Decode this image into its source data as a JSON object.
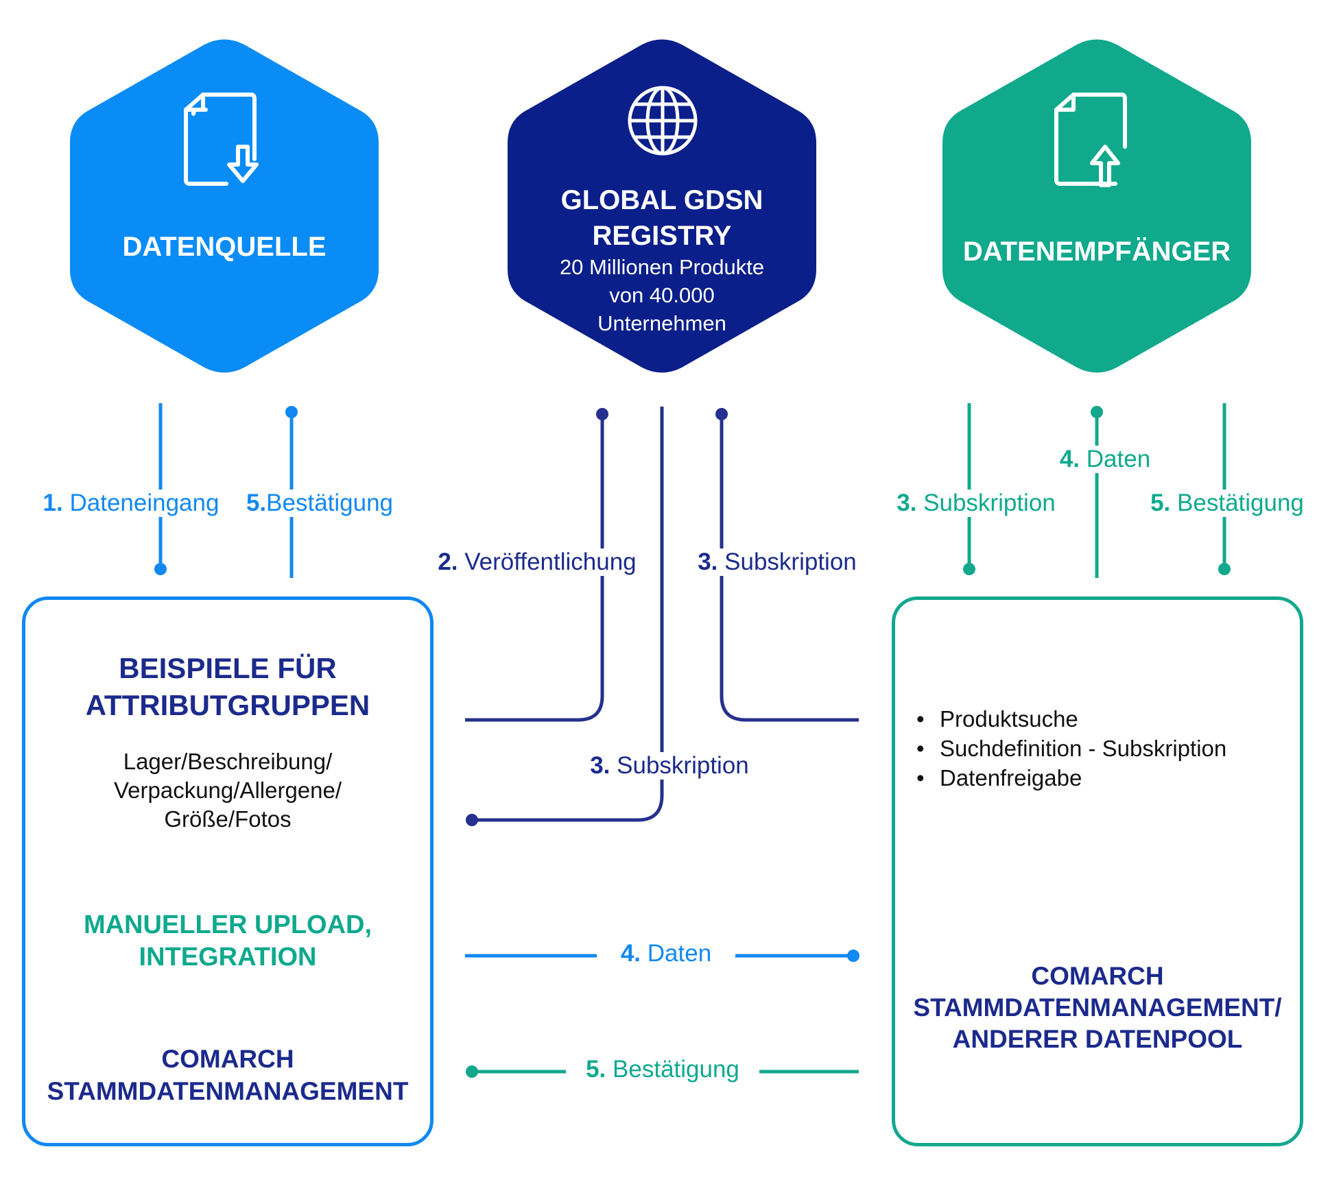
{
  "colors": {
    "blue": "#0a8cf6",
    "navy": "#1b2a8c",
    "teal": "#10a98c",
    "line_blue": "#1188f2",
    "line_navy": "#25308f",
    "line_teal": "#13a88d"
  },
  "nodes": {
    "source": {
      "label": "DATENQUELLE",
      "icon": "document-download-icon"
    },
    "registry": {
      "label_line1": "GLOBAL GDSN",
      "label_line2": "REGISTRY",
      "sub_line1": "20 Millionen Produkte",
      "sub_line2": "von 40.000",
      "sub_line3": "Unternehmen",
      "icon": "globe-icon"
    },
    "recipient": {
      "label": "DATENEMPFÄNGER",
      "icon": "document-upload-icon"
    }
  },
  "flows": {
    "dateneingang": {
      "num": "1.",
      "text": "Dateneingang"
    },
    "bestaetigung_left": {
      "num": "5.",
      "text": "Bestätigung"
    },
    "veroeffentlichung": {
      "num": "2.",
      "text": "Veröffentlichung"
    },
    "subskription_center": {
      "num": "3.",
      "text": "Subskription"
    },
    "subskription_lower": {
      "num": "3.",
      "text": "Subskription"
    },
    "daten_right": {
      "num": "4.",
      "text": "Daten"
    },
    "subskription_right": {
      "num": "3.",
      "text": "Subskription"
    },
    "bestaetigung_right": {
      "num": "5.",
      "text": "Bestätigung"
    },
    "daten_mid": {
      "num": "4.",
      "text": "Daten"
    },
    "bestaetigung_mid": {
      "num": "5.",
      "text": "Bestätigung"
    }
  },
  "left_box": {
    "title_line1": "BEISPIELE FÜR",
    "title_line2": "ATTRIBUTGRUPPEN",
    "examples_line1": "Lager/Beschreibung/",
    "examples_line2": "Verpackung/Allergene/",
    "examples_line3": "Größe/Fotos",
    "upload_line1": "MANUELLER UPLOAD,",
    "upload_line2": "INTEGRATION",
    "system_line1": "COMARCH",
    "system_line2": "STAMMDATENMANAGEMENT"
  },
  "right_box": {
    "bullets": [
      "Produktsuche",
      "Suchdefinition - Subskription",
      "Datenfreigabe"
    ],
    "bullet_char": "•",
    "system_line1": "COMARCH",
    "system_line2": "STAMMDATENMANAGEMENT/",
    "system_line3": "ANDERER DATENPOOL"
  }
}
